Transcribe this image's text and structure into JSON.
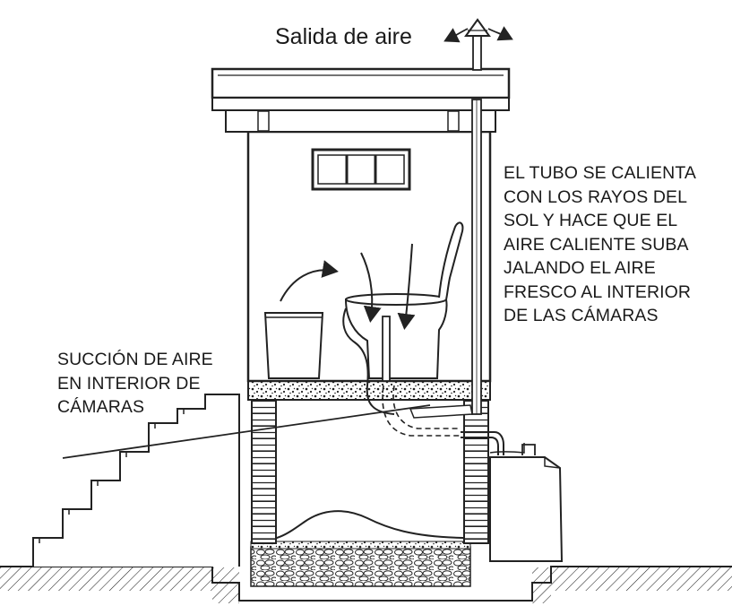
{
  "diagram": {
    "title": "Salida de aire",
    "sun_note": {
      "lines": [
        "EL TUBO SE CALIENTA",
        "CON LOS RAYOS DEL",
        "SOL Y HACE QUE EL",
        "AIRE CALIENTE SUBA",
        "JALANDO EL AIRE",
        "FRESCO AL INTERIOR",
        "DE LAS CÁMARAS"
      ]
    },
    "suction_note": {
      "lines": [
        "SUCCIÓN DE AIRE",
        "EN INTERIOR DE",
        "CÁMARAS"
      ]
    }
  }
}
